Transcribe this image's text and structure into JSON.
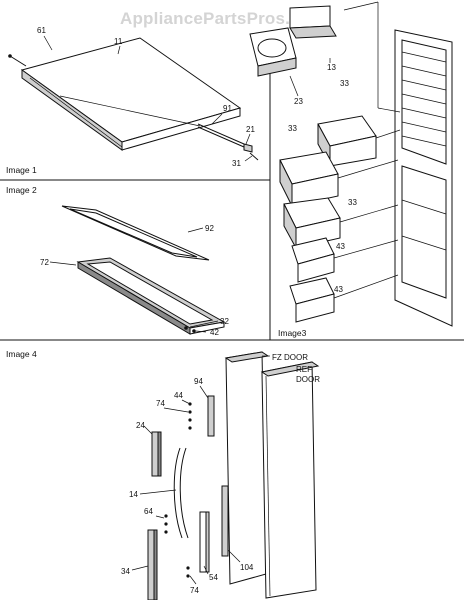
{
  "watermark": "AppliancePartsPros.com",
  "sections": {
    "image1": {
      "caption": "Image 1",
      "labels": [
        "61",
        "11",
        "91",
        "21",
        "31"
      ]
    },
    "image2": {
      "caption": "Image 2",
      "labels": [
        "92",
        "72",
        "32",
        "42"
      ]
    },
    "image3": {
      "caption": "Image3",
      "labels": [
        "13",
        "23",
        "33",
        "33",
        "33",
        "43",
        "43"
      ]
    },
    "image4": {
      "caption": "Image 4",
      "labels": [
        "FZ DOOR",
        "REF",
        "DOOR",
        "94",
        "44",
        "74",
        "24",
        "14",
        "64",
        "34",
        "54",
        "74",
        "104"
      ]
    }
  }
}
